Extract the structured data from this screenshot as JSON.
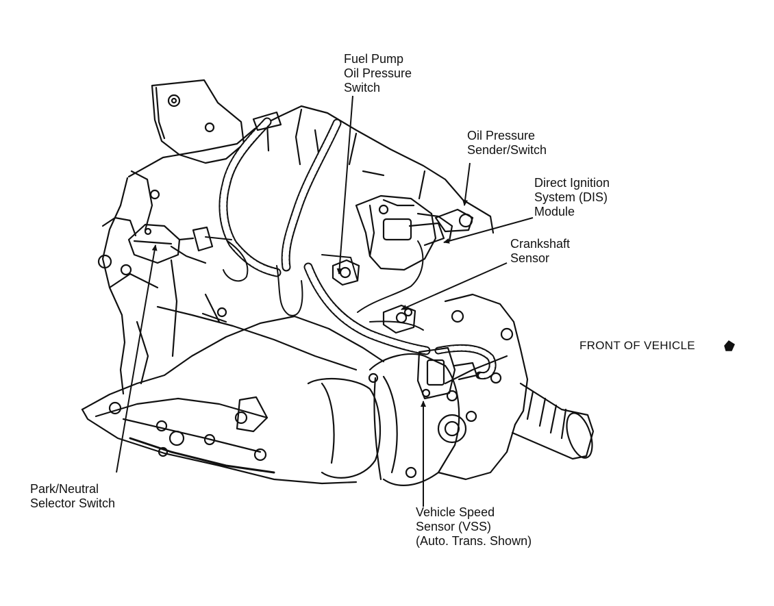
{
  "labels": {
    "fuel_pump": [
      "Fuel Pump",
      "Oil Pressure",
      "Switch"
    ],
    "oil_sender": [
      "Oil Pressure",
      "Sender/Switch"
    ],
    "dis": [
      "Direct Ignition",
      "System (DIS)",
      "Module"
    ],
    "crankshaft": [
      "Crankshaft",
      "Sensor"
    ],
    "front": "FRONT OF VEHICLE",
    "park_neutral": [
      "Park/Neutral",
      "Selector Switch"
    ],
    "vss": [
      "Vehicle Speed",
      "Sensor (VSS)",
      "(Auto. Trans. Shown)"
    ]
  },
  "colors": {
    "ink": "#111111",
    "paper": "#ffffff"
  }
}
